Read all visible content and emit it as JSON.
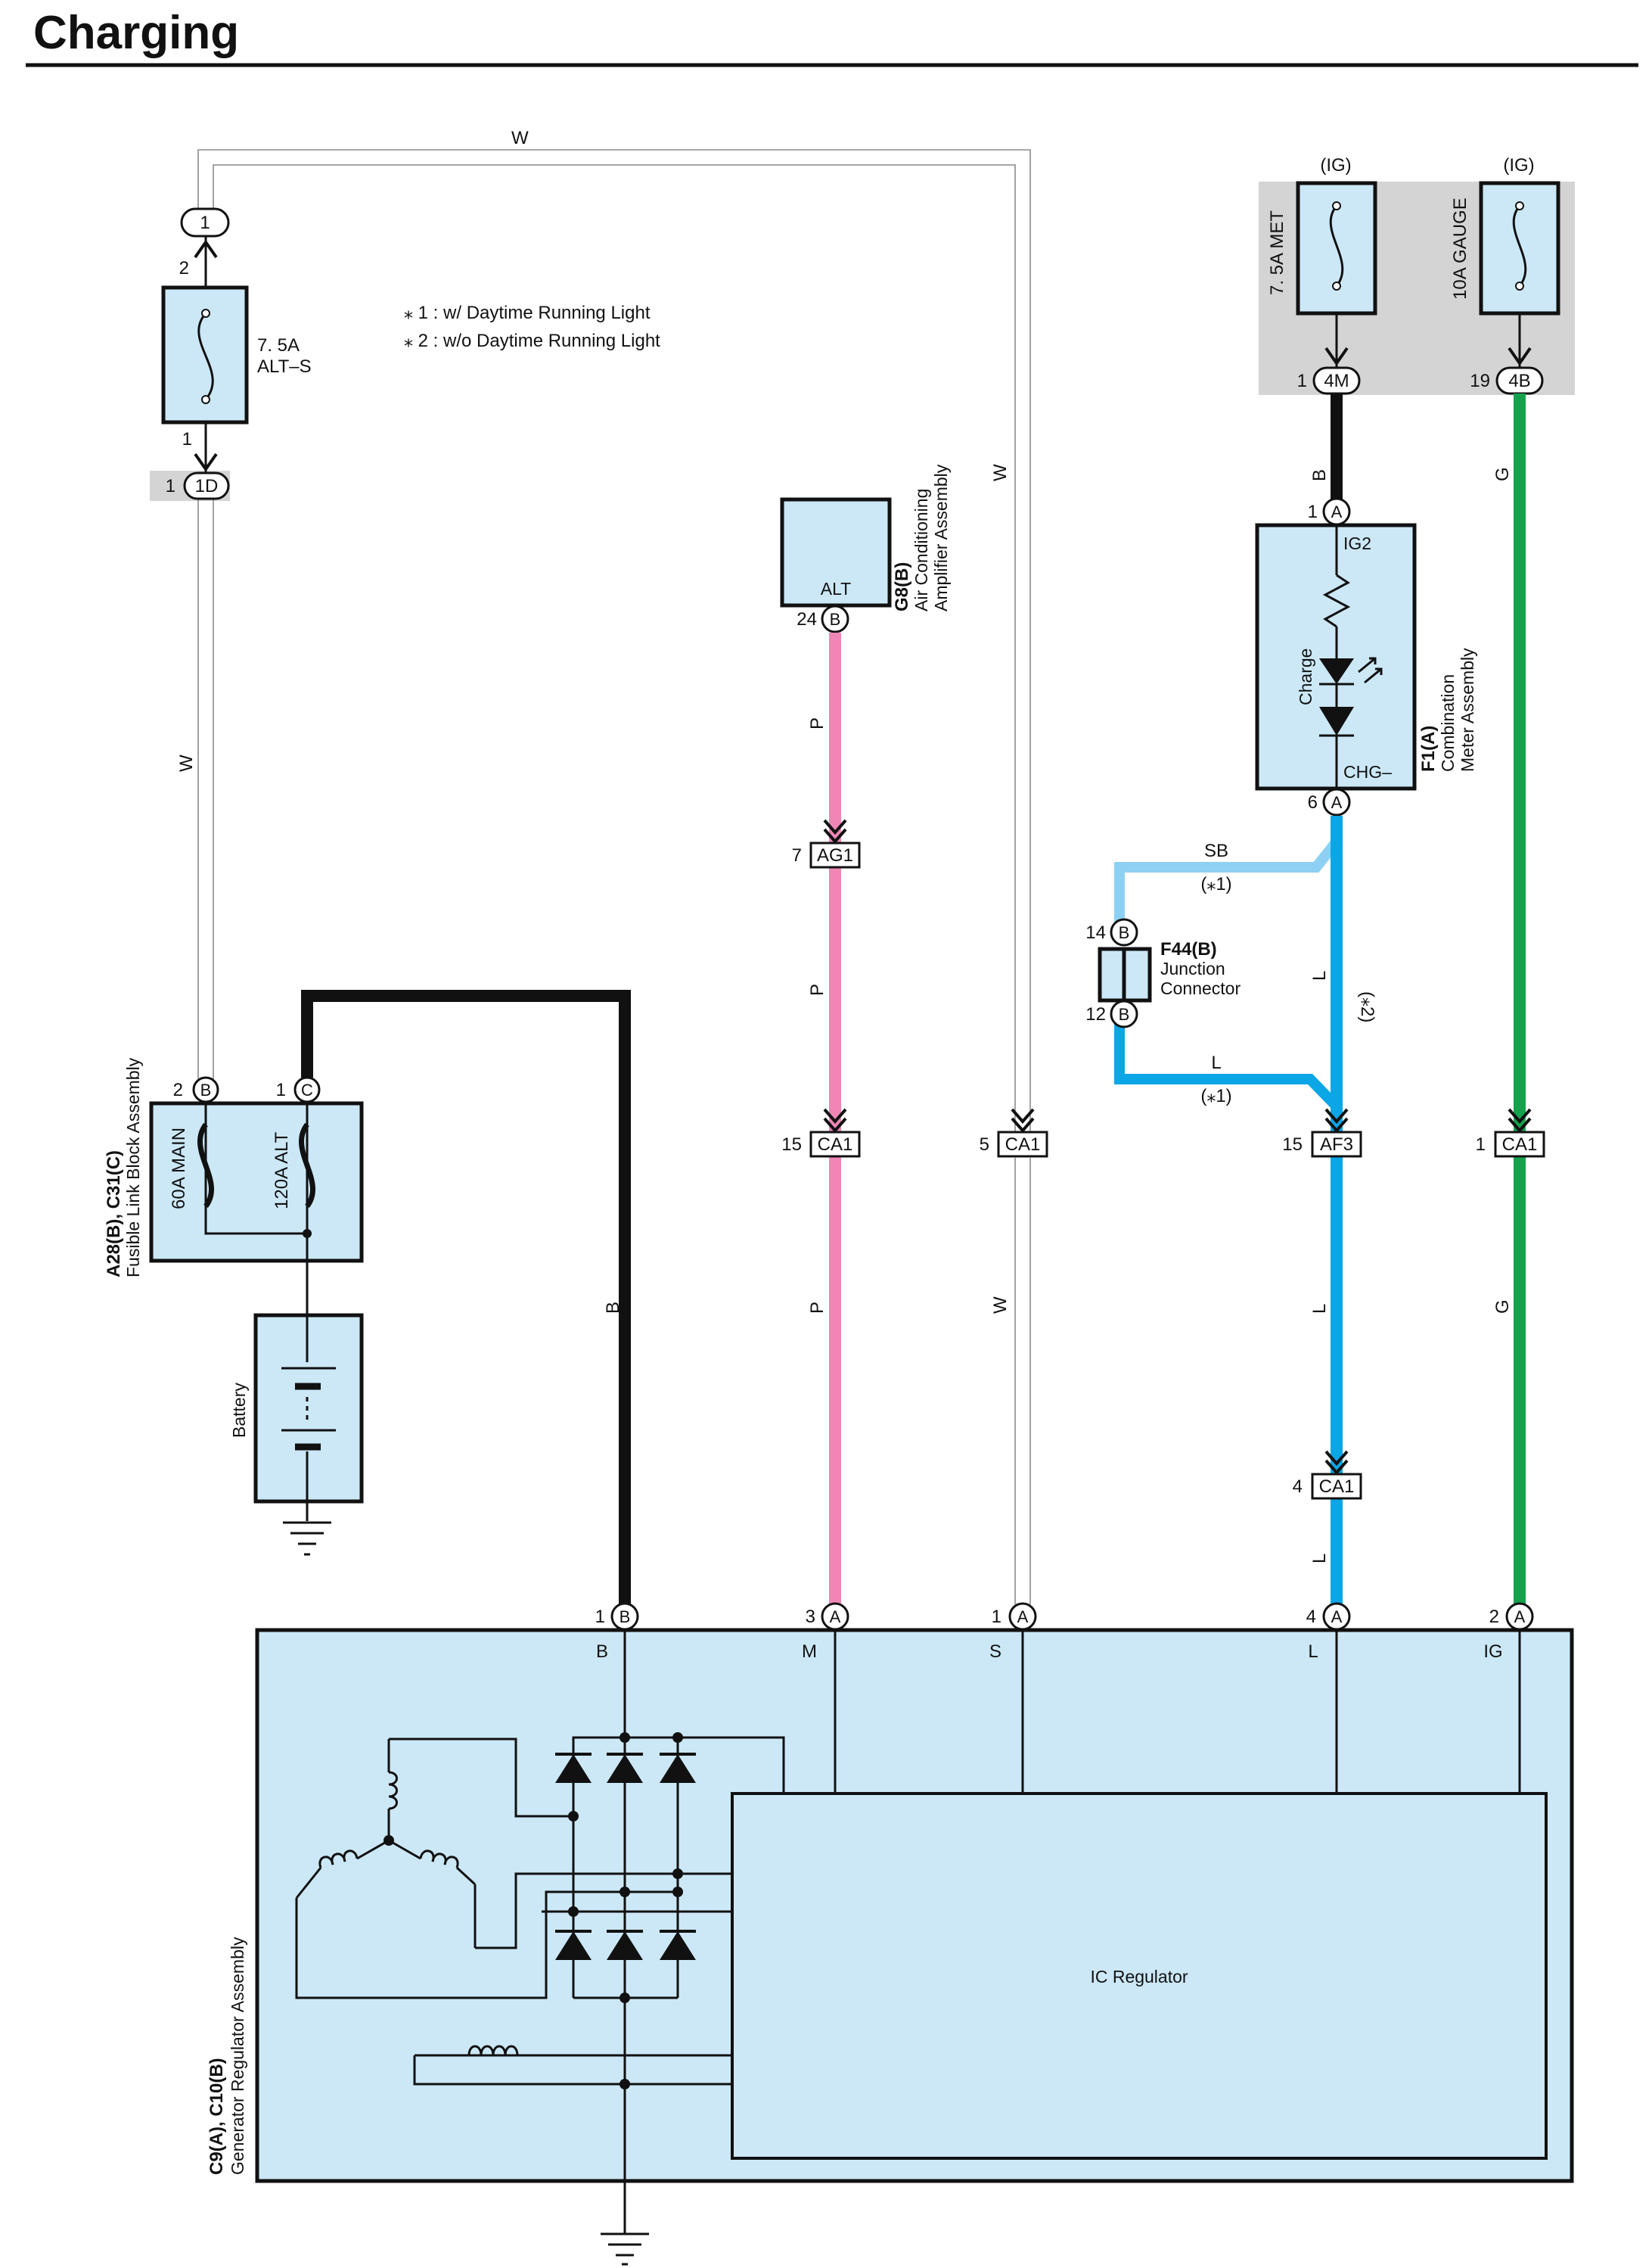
{
  "title": "Charging",
  "notes": [
    "⁎ 1 : w/ Daytime Running Light",
    "⁎ 2 : w/o Daytime Running Light"
  ],
  "colors": {
    "panel": "#cce8f7",
    "black_wire": "#111111",
    "pink_wire": "#ef86b6",
    "blue_wire": "#0aa6e6",
    "light_blue_wire": "#8dd0f4",
    "green_wire": "#14a24d",
    "junction_box": "#d4d4d4"
  },
  "fuses": {
    "alt_s": {
      "rating": "7. 5A",
      "name": "ALT–S",
      "pin_top": "2",
      "pin_bottom": "1"
    },
    "met": {
      "label": "7. 5A MET",
      "source": "(IG)"
    },
    "gauge": {
      "label": "10A GAUGE",
      "source": "(IG)"
    }
  },
  "connectors": {
    "c1": {
      "pin": "1"
    },
    "c1d": {
      "pin": "1",
      "code": "1D"
    },
    "c4m": {
      "pin": "1",
      "code": "4M"
    },
    "c4b": {
      "pin": "19",
      "code": "4B"
    },
    "ag1": {
      "pin": "7",
      "code": "AG1"
    },
    "ca1_m": {
      "pin": "15",
      "code": "CA1"
    },
    "ca1_s": {
      "pin": "5",
      "code": "CA1"
    },
    "af3": {
      "pin": "15",
      "code": "AF3"
    },
    "ca1_ig": {
      "pin": "1",
      "code": "CA1"
    },
    "ca1_l": {
      "pin": "4",
      "code": "CA1"
    }
  },
  "wires": {
    "w": "W",
    "b": "B",
    "p": "P",
    "l": "L",
    "g": "G",
    "sb": "SB",
    "note1": "(⁎1)",
    "note2": "(⁎2)"
  },
  "components": {
    "fusible_link": {
      "id": "A28(B), C31(C)",
      "name": "Fusible Link Block Assembly",
      "fuse1": "60A MAIN",
      "fuse2": "120A ALT",
      "pin_b": {
        "num": "2",
        "letter": "B"
      },
      "pin_c": {
        "num": "1",
        "letter": "C"
      }
    },
    "battery": {
      "name": "Battery"
    },
    "ac_amp": {
      "id": "G8(B)",
      "name_line1": "Air Conditioning",
      "name_line2": "Amplifier Assembly",
      "terminal": "ALT",
      "pin": {
        "num": "24",
        "letter": "B"
      }
    },
    "meter": {
      "id": "F1(A)",
      "name_line1": "Combination",
      "name_line2": "Meter Assembly",
      "term_top": "IG2",
      "term_bottom": "CHG–",
      "lamp": "Charge",
      "pin_top": {
        "num": "1",
        "letter": "A"
      },
      "pin_bottom": {
        "num": "6",
        "letter": "A"
      }
    },
    "junction": {
      "id": "F44(B)",
      "name_line1": "Junction",
      "name_line2": "Connector",
      "pin_top": {
        "num": "14",
        "letter": "B"
      },
      "pin_bottom": {
        "num": "12",
        "letter": "B"
      }
    },
    "generator": {
      "id": "C9(A), C10(B)",
      "name": "Generator Regulator Assembly",
      "regulator": "IC Regulator",
      "pins": [
        {
          "num": "1",
          "letter": "B",
          "terminal": "B"
        },
        {
          "num": "3",
          "letter": "A",
          "terminal": "M"
        },
        {
          "num": "1",
          "letter": "A",
          "terminal": "S"
        },
        {
          "num": "4",
          "letter": "A",
          "terminal": "L"
        },
        {
          "num": "2",
          "letter": "A",
          "terminal": "IG"
        }
      ]
    }
  }
}
